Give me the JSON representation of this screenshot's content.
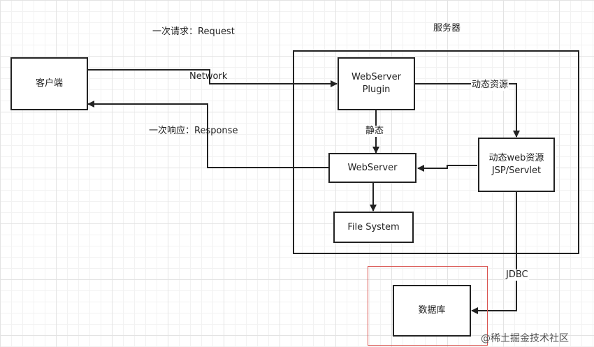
{
  "labels": {
    "request": "一次请求：Request",
    "server": "服务器",
    "network": "Network",
    "response": "一次响应：Response",
    "dynamic_resource": "动态资源",
    "static": "静态",
    "jdbc": "JDBC"
  },
  "nodes": {
    "client": "客户端",
    "plugin_line1": "WebServer",
    "plugin_line2": "Plugin",
    "webserver": "WebServer",
    "dynamic_line1": "动态web资源",
    "dynamic_line2": "JSP/Servlet",
    "filesystem": "File System",
    "database": "数据库"
  },
  "watermark": "@稀土掘金技术社区",
  "colors": {
    "line": "#222222",
    "highlight_border": "#d9534f",
    "grid": "#e3e3e3"
  }
}
